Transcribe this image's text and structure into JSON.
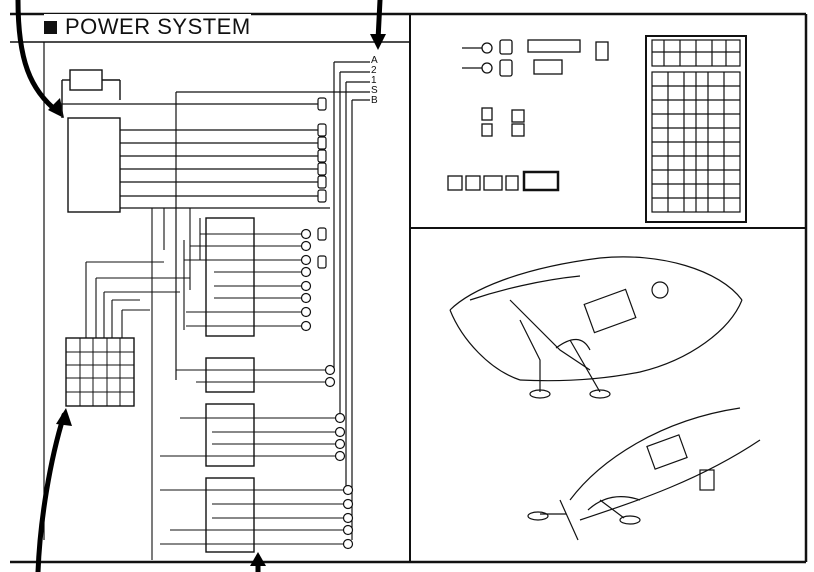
{
  "header": {
    "title": "POWER SYSTEM"
  },
  "terminal_labels": [
    "A",
    "2",
    "1",
    "S",
    "B"
  ]
}
